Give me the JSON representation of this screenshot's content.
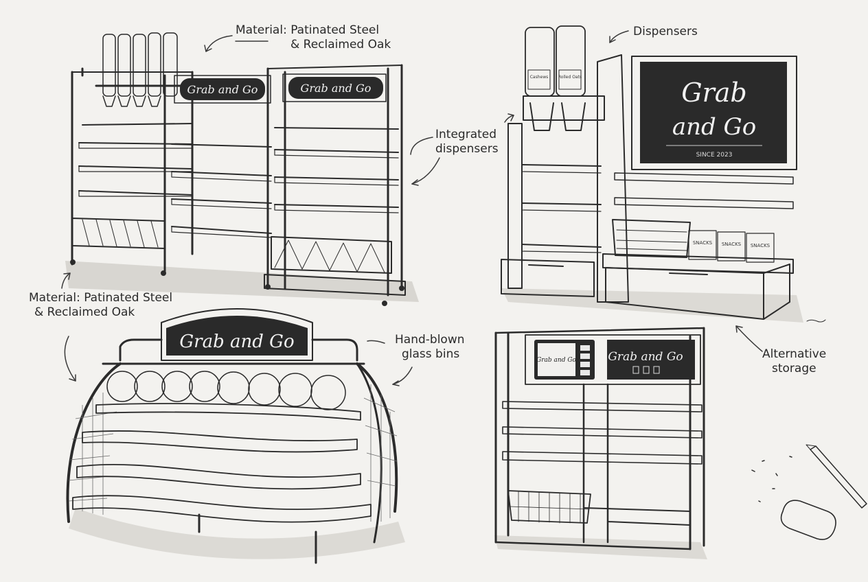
{
  "annotations": {
    "material_top": {
      "line1": "Material: Patinated Steel",
      "line2": "& Reclaimed Oak"
    },
    "material_left": {
      "line1": "Material: Patinated Steel",
      "line2": "& Reclaimed Oak"
    },
    "dispensers": "Dispensers",
    "integrated_dispensers": {
      "line1": "Integrated",
      "line2": "dispensers"
    },
    "glass_bins": {
      "line1": "Hand-blown",
      "line2": "glass bins"
    },
    "alternative_storage": {
      "line1": "Alternative",
      "line2": "storage"
    }
  },
  "signs": {
    "shelf_a_left": "Grab and Go",
    "shelf_a_right": "Grab and Go",
    "chalkboard_line1": "Grab",
    "chalkboard_line2": "and Go",
    "chalkboard_since": "SINCE 2023",
    "curved_header": "Grab and Go",
    "digital_screen": "Grab and Go",
    "digital_panel": "Grab and Go"
  },
  "labels": {
    "dispenser_1": "Cashews",
    "dispenser_2": "Rolled Oats",
    "snack_1": "SNACKS",
    "snack_2": "SNACKS",
    "snack_3": "SNACKS"
  },
  "colors": {
    "paper": "#f3f2ef",
    "ink": "#2b2b2b",
    "chalkboard": "#2a2a2a",
    "wood": "#d9d6cf"
  }
}
